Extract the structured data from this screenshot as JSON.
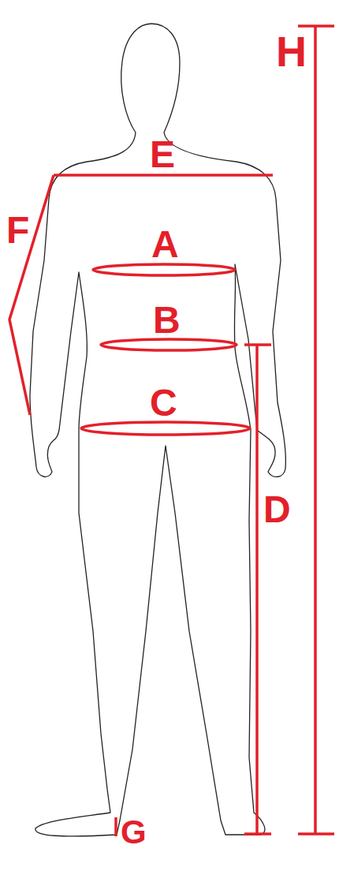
{
  "diagram": {
    "labels": [
      "H",
      "E",
      "F",
      "A",
      "B",
      "C",
      "D",
      "G"
    ]
  }
}
